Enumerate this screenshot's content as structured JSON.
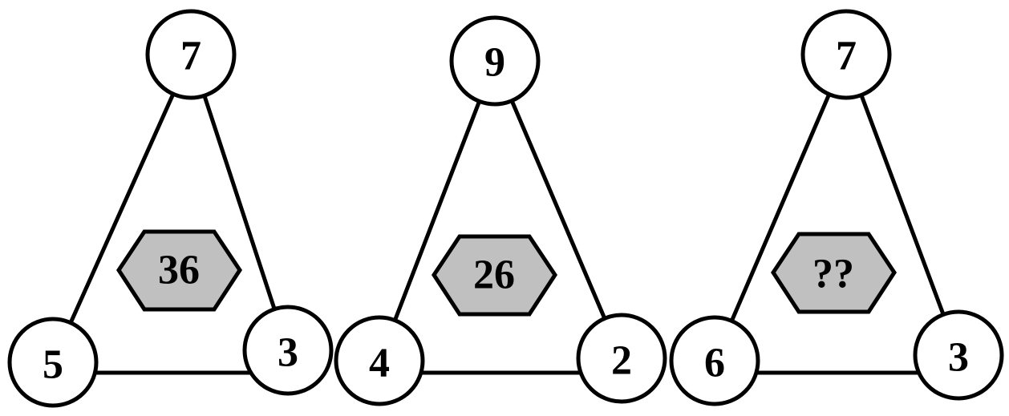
{
  "triangles": [
    {
      "top": "7",
      "left": "5",
      "right": "3",
      "center": "36"
    },
    {
      "top": "9",
      "left": "4",
      "right": "2",
      "center": "26"
    },
    {
      "top": "7",
      "left": "6",
      "right": "3",
      "center": "??"
    }
  ],
  "colors": {
    "background": "#ffffff",
    "outline": "#000000",
    "hexagon_fill": "#c0c0c0"
  }
}
